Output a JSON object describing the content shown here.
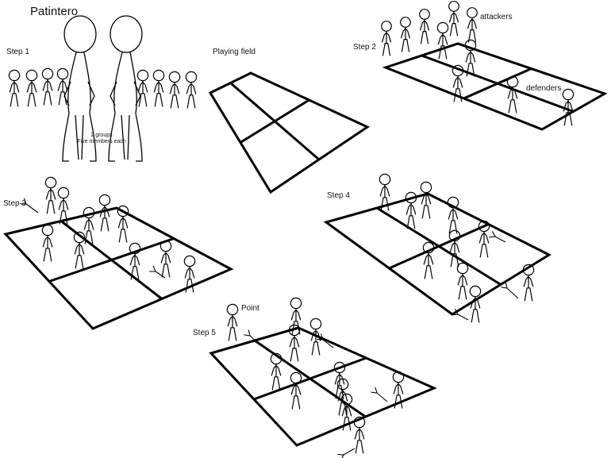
{
  "title": "Patintero",
  "labels": {
    "step1": "Step 1",
    "step2": "Step 2",
    "step3": "Step 3",
    "step4": "Step 4",
    "step5": "Step 5",
    "playing_field": "Playing field",
    "attackers": "attackers",
    "defenders": "defenders",
    "point": "Point",
    "groups_line1": "2 groups",
    "groups_line2": "Five members each"
  }
}
